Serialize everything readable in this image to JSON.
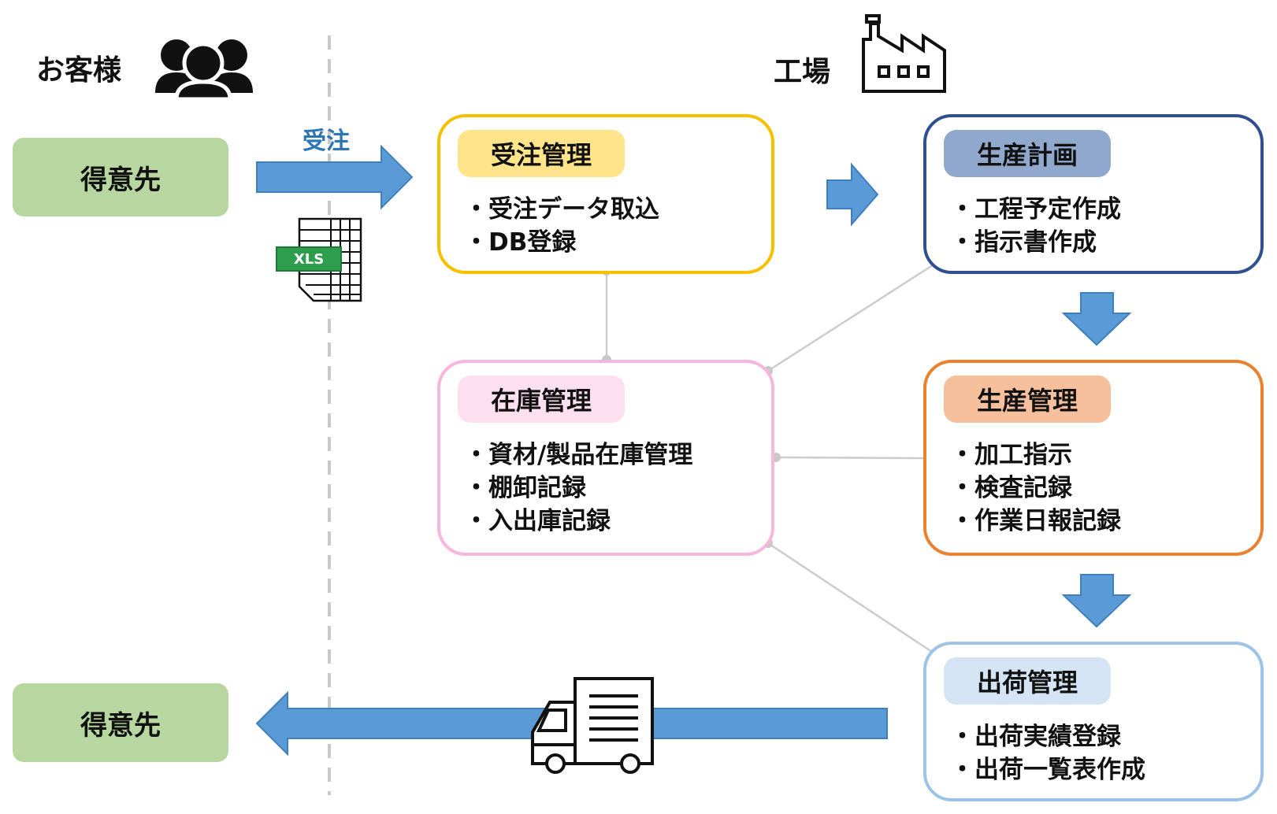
{
  "header": {
    "customer_title": "お客様",
    "factory_title": "工場"
  },
  "customers": {
    "top_label": "得意先",
    "bottom_label": "得意先"
  },
  "order_arrow": {
    "label": "受注"
  },
  "xls_icon": {
    "label": "XLS"
  },
  "cards": {
    "order_mgmt": {
      "title": "受注管理",
      "items": [
        "・受注データ取込",
        "・DB登録"
      ]
    },
    "production_plan": {
      "title": "生産計画",
      "items": [
        "・工程予定作成",
        "・指示書作成"
      ]
    },
    "inventory_mgmt": {
      "title": "在庫管理",
      "items": [
        "・資材/製品在庫管理",
        "・棚卸記録",
        "・入出庫記録"
      ]
    },
    "production_mgmt": {
      "title": "生産管理",
      "items": [
        "・加工指示",
        "・検査記録",
        "・作業日報記録"
      ]
    },
    "shipping_mgmt": {
      "title": "出荷管理",
      "items": [
        "・出荷実績登録",
        "・出荷一覧表作成"
      ]
    }
  },
  "colors": {
    "arrow": "#5b9bd5",
    "order_border": "#f5c000",
    "order_tag": "#ffe48a",
    "plan_border": "#2f4f8f",
    "plan_tag": "#8fa8cc",
    "inventory_border": "#f7b6dc",
    "inventory_tag": "#fde0f0",
    "production_border": "#e9812f",
    "production_tag": "#f5c09b",
    "shipping_border": "#9dc3e6",
    "shipping_tag": "#d4e4f4",
    "customer_bg": "#b8d7a0",
    "connector": "#cccccc"
  }
}
